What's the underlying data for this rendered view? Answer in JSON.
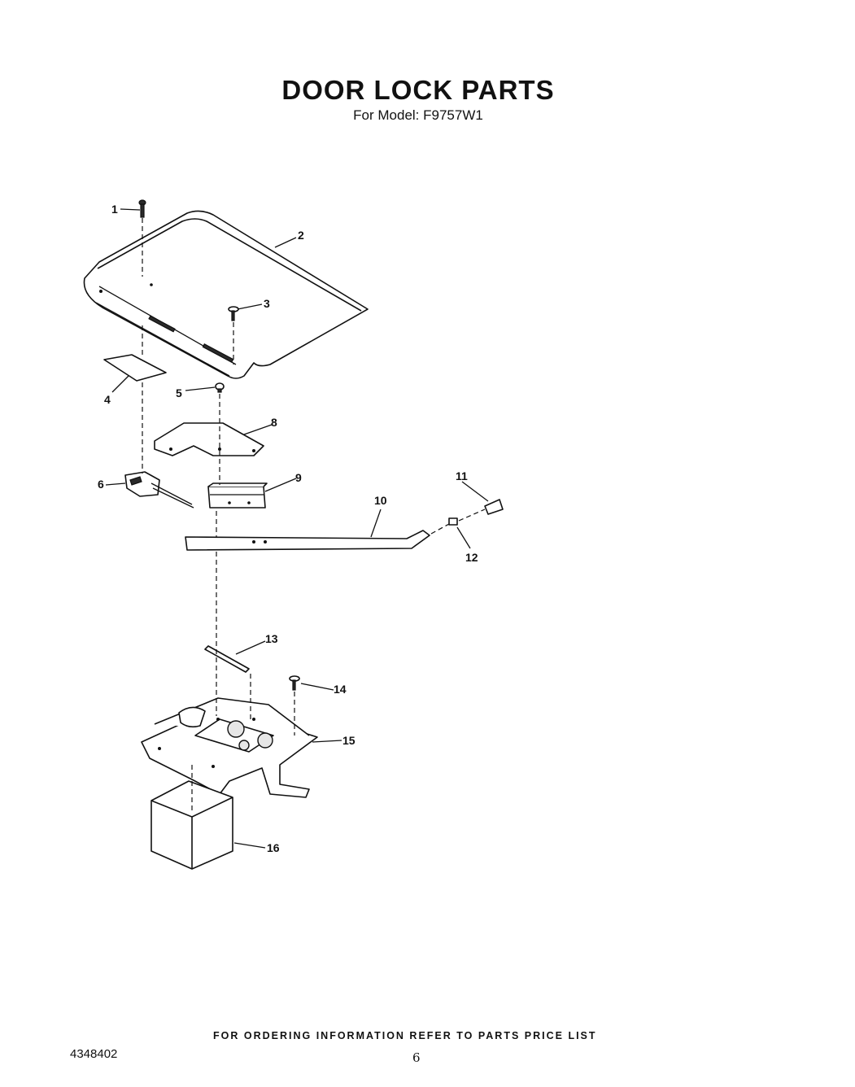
{
  "title": "DOOR LOCK PARTS",
  "subtitle": "For Model: F9757W1",
  "callouts": [
    "1",
    "2",
    "3",
    "4",
    "5",
    "6",
    "8",
    "9",
    "10",
    "11",
    "12",
    "13",
    "14",
    "15",
    "16"
  ],
  "footer": {
    "ordering_note": "FOR ORDERING INFORMATION REFER TO PARTS PRICE LIST",
    "doc_number": "4348402",
    "page_number": "6"
  }
}
